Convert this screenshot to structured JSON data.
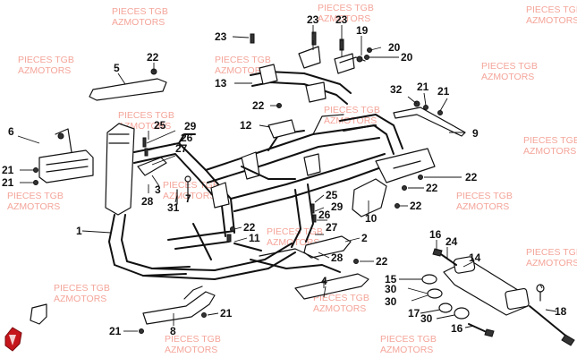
{
  "watermark": {
    "line1": "PIECES TGB",
    "line2": "AZMOTORS"
  },
  "callouts": {
    "c1": "1",
    "c2": "2",
    "c3": "3",
    "c4": "4",
    "c5": "5",
    "c6": "6",
    "c7": "7",
    "c8": "8",
    "c9": "9",
    "c10": "10",
    "c11": "11",
    "c12": "12",
    "c13": "13",
    "c14": "14",
    "c15": "15",
    "c16": "16",
    "c17": "17",
    "c18": "18",
    "c19": "19",
    "c20": "20",
    "c21": "21",
    "c22": "22",
    "c23": "23",
    "c24": "24",
    "c25": "25",
    "c26": "26",
    "c27": "27",
    "c28": "28",
    "c29": "29",
    "c30": "30",
    "c31": "31",
    "c32": "32"
  },
  "colors": {
    "line": "#111111",
    "watermark": "#f4a59a",
    "logo": "#c4161c"
  },
  "logo_icon": "tgb-shield-logo-icon"
}
